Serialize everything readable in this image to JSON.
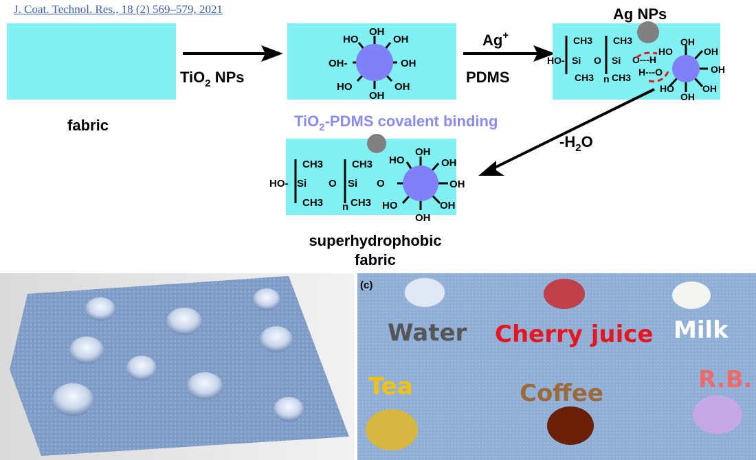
{
  "citation": "J. Coat. Technol. Res., 18 (2) 569–579, 2021",
  "scheme": {
    "fabric_label": "fabric",
    "step1": {
      "main": "TiO",
      "sub": "2",
      "tail": " NPs"
    },
    "step2": {
      "top_main": "Ag",
      "top_sup": "+",
      "bottom": "PDMS"
    },
    "step3": {
      "pre": "-H",
      "sub": "2",
      "post": "O"
    },
    "ag_label": "Ag NPs",
    "binding": {
      "pre": "TiO",
      "sub": "2",
      "post": "-PDMS covalent binding"
    },
    "product_label_line1": "superhydrophobic",
    "product_label_line2": "fabric",
    "chem": {
      "oh": "OH",
      "ho": "HO",
      "oh_dash": "OH-",
      "ho_dash": "-HO",
      "ch3": "CH3",
      "si": "Si",
      "o": "O",
      "n": "n",
      "ho_si": "HO-",
      "o_h": "O---H",
      "h_o": "H---O"
    }
  },
  "panel_c": {
    "label": "(c)",
    "liquids": [
      {
        "name": "Water",
        "color": "#555555"
      },
      {
        "name": "Cherry juice",
        "color": "#e8141e"
      },
      {
        "name": "Milk",
        "color": "#ffffff"
      },
      {
        "name": "Tea",
        "color": "#f4c20d"
      },
      {
        "name": "Coffee",
        "color": "#9c6a3a"
      },
      {
        "name": "R.B.",
        "color": "#f06a6a"
      }
    ]
  },
  "colors": {
    "box": "#80f0f2",
    "tio2": "#8080f8",
    "ag": "#808080",
    "binding_text": "#8a8af5",
    "citation": "#3a5fb0"
  }
}
